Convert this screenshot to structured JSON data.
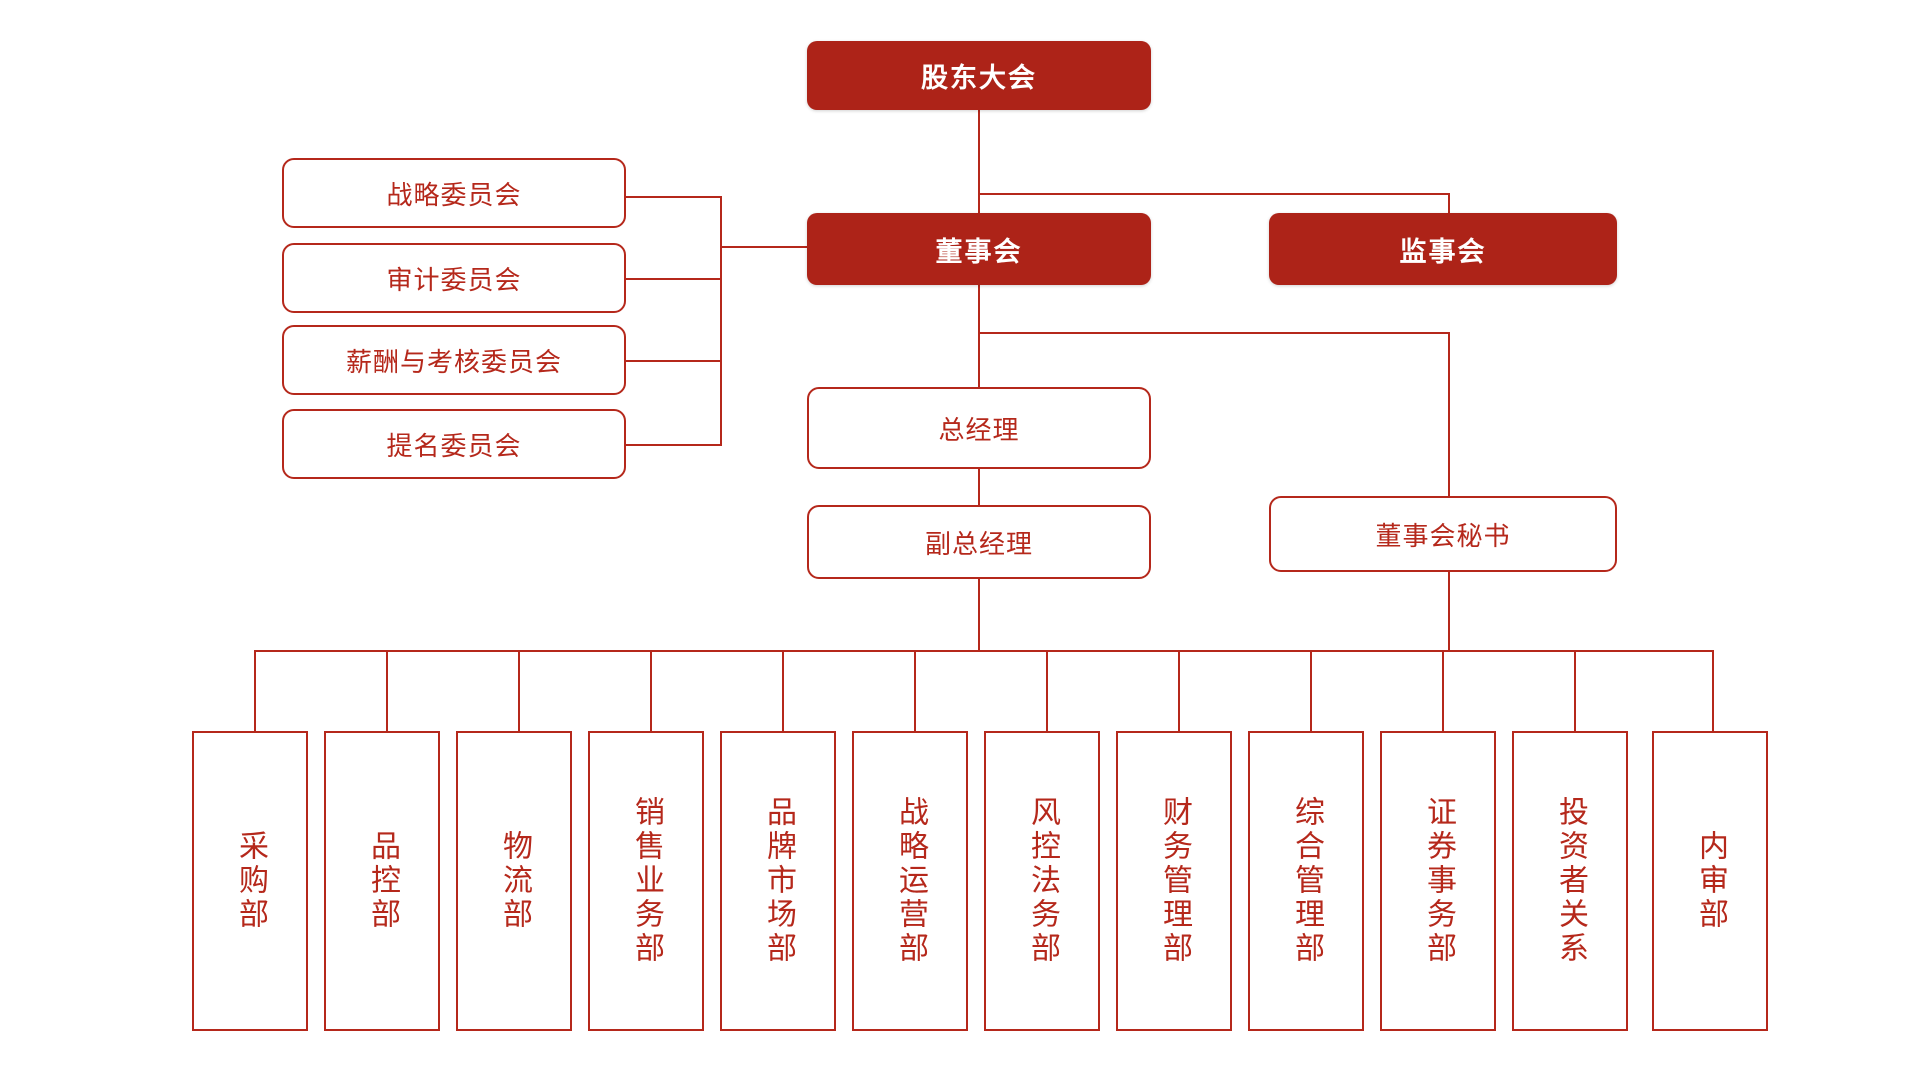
{
  "theme": {
    "solid_fill": "#ad2318",
    "outline_stroke": "#b5281b",
    "text_on_solid": "#ffffff",
    "text_outline": "#b5281b",
    "background": "#ffffff"
  },
  "chart_data": {
    "type": "diagram",
    "title": "",
    "levels": [
      {
        "name": "shareholders",
        "nodes": [
          "股东大会"
        ]
      },
      {
        "name": "board",
        "nodes": [
          "董事会",
          "监事会"
        ]
      },
      {
        "name": "committees",
        "nodes": [
          "战略委员会",
          "审计委员会",
          "薪酬与考核委员会",
          "提名委员会"
        ]
      },
      {
        "name": "executive",
        "nodes": [
          "总经理",
          "副总经理",
          "董事会秘书"
        ]
      },
      {
        "name": "departments",
        "nodes": [
          "采购部",
          "品控部",
          "物流部",
          "销售业务部",
          "品牌市场部",
          "战略运营部",
          "风控法务部",
          "财务管理部",
          "综合管理部",
          "证券事务部",
          "投资者关系",
          "内审部"
        ]
      }
    ],
    "edges": [
      {
        "from": "股东大会",
        "to": "董事会"
      },
      {
        "from": "股东大会",
        "to": "监事会"
      },
      {
        "from": "董事会",
        "to": "战略委员会"
      },
      {
        "from": "董事会",
        "to": "审计委员会"
      },
      {
        "from": "董事会",
        "to": "薪酬与考核委员会"
      },
      {
        "from": "董事会",
        "to": "提名委员会"
      },
      {
        "from": "董事会",
        "to": "总经理"
      },
      {
        "from": "董事会",
        "to": "董事会秘书"
      },
      {
        "from": "总经理",
        "to": "副总经理"
      },
      {
        "from": "副总经理",
        "to": "采购部"
      },
      {
        "from": "副总经理",
        "to": "品控部"
      },
      {
        "from": "副总经理",
        "to": "物流部"
      },
      {
        "from": "副总经理",
        "to": "销售业务部"
      },
      {
        "from": "副总经理",
        "to": "品牌市场部"
      },
      {
        "from": "副总经理",
        "to": "战略运营部"
      },
      {
        "from": "副总经理",
        "to": "风控法务部"
      },
      {
        "from": "副总经理",
        "to": "财务管理部"
      },
      {
        "from": "副总经理",
        "to": "综合管理部"
      },
      {
        "from": "董事会秘书",
        "to": "证券事务部"
      },
      {
        "from": "董事会秘书",
        "to": "投资者关系"
      },
      {
        "from": "董事会秘书",
        "to": "内审部"
      }
    ]
  },
  "top": {
    "shareholders_meeting": "股东大会"
  },
  "board_level": {
    "board_of_directors": "董事会",
    "board_of_supervisors": "监事会"
  },
  "committees": [
    {
      "label": "战略委员会"
    },
    {
      "label": "审计委员会"
    },
    {
      "label": "薪酬与考核委员会"
    },
    {
      "label": "提名委员会"
    }
  ],
  "executive": {
    "general_manager": "总经理",
    "deputy_general_manager": "副总经理",
    "board_secretary": "董事会秘书"
  },
  "departments": [
    {
      "label": "采购部"
    },
    {
      "label": "品控部"
    },
    {
      "label": "物流部"
    },
    {
      "label": "销售业务部"
    },
    {
      "label": "品牌市场部"
    },
    {
      "label": "战略运营部"
    },
    {
      "label": "风控法务部"
    },
    {
      "label": "财务管理部"
    },
    {
      "label": "综合管理部"
    },
    {
      "label": "证券事务部"
    },
    {
      "label": "投资者关系"
    },
    {
      "label": "内审部"
    }
  ]
}
